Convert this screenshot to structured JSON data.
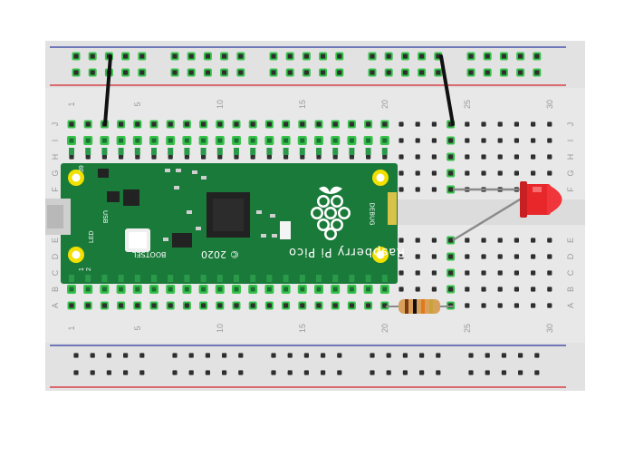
{
  "breadboard": {
    "row_labels": [
      "J",
      "I",
      "H",
      "G",
      "F",
      "E",
      "D",
      "C",
      "B",
      "A"
    ],
    "column_numbers": [
      "1",
      "5",
      "10",
      "15",
      "20",
      "25",
      "30"
    ],
    "colors": {
      "board": "#e8e8e8",
      "rail_red": "#d6212a",
      "rail_blue": "#2b3aa0",
      "hole": "#2f2f2f",
      "hole_connected": "#36c24a",
      "label": "#9a9a9a"
    }
  },
  "pico": {
    "board_name": "Raspberry Pi Pico",
    "year": "© 2020",
    "debug_label": "DEBUG",
    "bootsel_label": "BOOTSEL",
    "usb_label": "USB",
    "led_label": "LED",
    "pin_labels": [
      "39",
      "1",
      "2"
    ],
    "colors": {
      "pcb": "#1a7a3a",
      "mount_hole": "#f2e000",
      "chip": "#222222"
    }
  },
  "components": {
    "led": {
      "color": "red",
      "fill": "#e8272b"
    },
    "resistor": {
      "body": "#d9a05b",
      "bands": [
        "#7a3b12",
        "#111111",
        "#e07a1b",
        "#c9a33a"
      ]
    },
    "jumper_wires": {
      "color": "#111111",
      "count": 2
    },
    "leads": {
      "color": "#8a8a8a"
    }
  }
}
